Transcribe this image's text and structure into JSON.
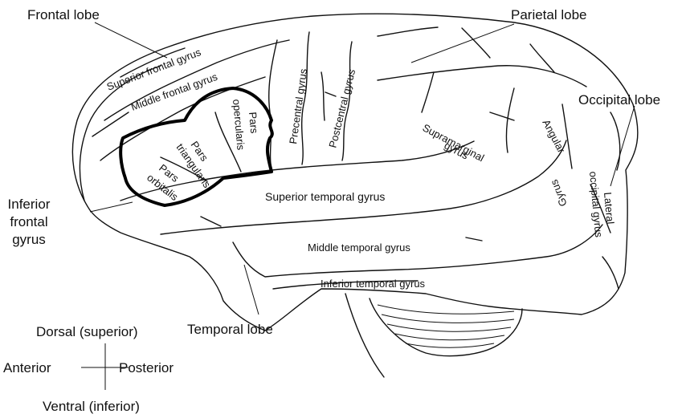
{
  "lobes": {
    "frontal": "Frontal lobe",
    "parietal": "Parietal lobe",
    "occipital": "Occipital lobe",
    "temporal": "Temporal lobe"
  },
  "inferior_frontal": [
    "Inferior",
    "frontal",
    "gyrus"
  ],
  "gyri": {
    "superior_frontal": "Superior frontal gyrus",
    "middle_frontal": "Middle frontal gyrus",
    "precentral": "Precentral gyrus",
    "postcentral": "Postcentral gyrus",
    "supramarginal": [
      "Supramarginal",
      "gyrus"
    ],
    "angular": "Angular",
    "angular_2": "Gyrus",
    "lateral_occipital": [
      "Lateral",
      "occipital gyrus"
    ],
    "superior_temporal": "Superior temporal gyrus",
    "middle_temporal": "Middle temporal gyrus",
    "inferior_temporal": "Inferior temporal gyrus",
    "pars_opercularis": [
      "Pars",
      "opercularis"
    ],
    "pars_triangularis": [
      "Pars",
      "triangularis"
    ],
    "pars_orbitalis": [
      "Pars",
      "orbitalis"
    ]
  },
  "orientation": {
    "dorsal": "Dorsal (superior)",
    "ventral": "Ventral (inferior)",
    "anterior": "Anterior",
    "posterior": "Posterior"
  }
}
